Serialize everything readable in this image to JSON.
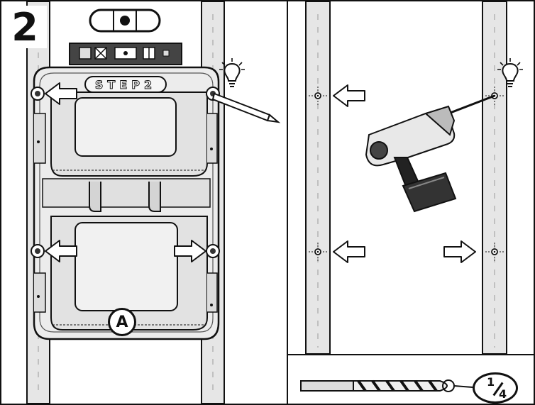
{
  "step": {
    "number": "2"
  },
  "organizer": {
    "brand_text": "STEP2"
  },
  "part": {
    "label": "A"
  },
  "drill_bit": {
    "size_numerator": "1",
    "size_denominator": "4"
  },
  "icons": [
    "level-icon",
    "lightbulb-icon",
    "arrow-left-icon",
    "arrow-right-icon",
    "drill-icon",
    "drill-bit-icon",
    "pencil-icon",
    "screw-hole-icon"
  ],
  "colors": {
    "line": "#111111",
    "wood": "#e6e6e6",
    "panel": "#ececec",
    "paper": "#ffffff"
  }
}
